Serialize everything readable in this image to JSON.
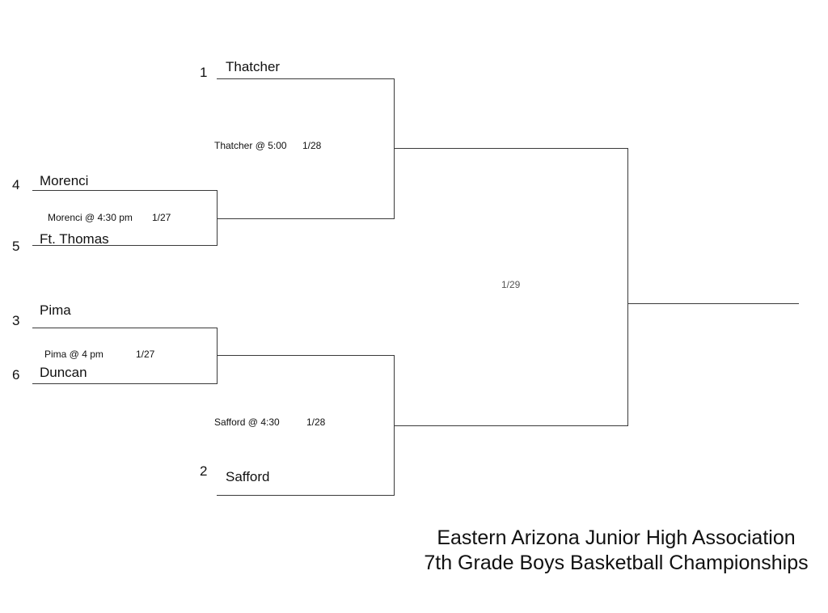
{
  "bracket": {
    "seeds": {
      "s1": "1",
      "s4": "4",
      "s5": "5",
      "s3": "3",
      "s6": "6",
      "s2": "2"
    },
    "teams": {
      "thatcher": "Thatcher",
      "morenci": "Morenci",
      "ft_thomas": "Ft. Thomas",
      "pima": "Pima",
      "duncan": "Duncan",
      "safford": "Safford"
    },
    "games": {
      "g1": {
        "label": "Morenci @ 4:30 pm",
        "date": "1/27"
      },
      "g2": {
        "label": "Pima @ 4 pm",
        "date": "1/27"
      },
      "g3": {
        "label": "Thatcher @ 5:00",
        "date": "1/28"
      },
      "g4": {
        "label": "Safford @ 4:30",
        "date": "1/28"
      },
      "final": {
        "date": "1/29"
      }
    },
    "line_color": "#3a3a3a"
  },
  "title": {
    "line1": "Eastern Arizona Junior High Association",
    "line2": "7th Grade Boys Basketball Championships"
  }
}
